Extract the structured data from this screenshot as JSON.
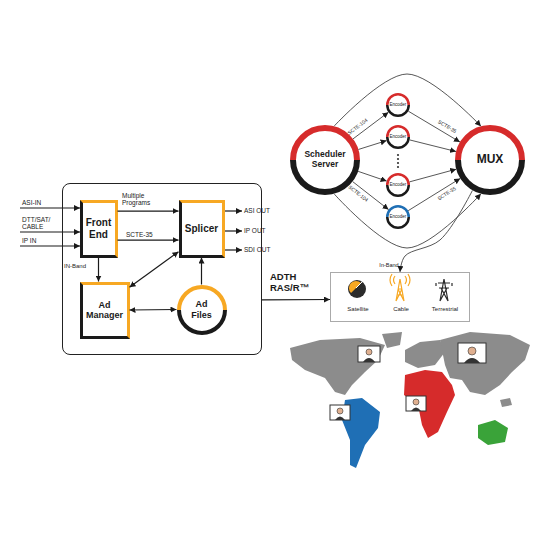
{
  "diagram": {
    "nodes": [
      {
        "text": []
      },
      {
        "text": [
          "Front End"
        ],
        "in": 0
      },
      {
        "text": [
          "Splicer"
        ],
        "in": 0
      },
      {
        "text": [
          "Ad Manager"
        ],
        "in": 0
      },
      {
        "text": [
          "Ad Files"
        ],
        "in": 0
      },
      {
        "text": [
          "Scheduler Server"
        ]
      },
      {
        "text": [
          "Encoder"
        ]
      },
      {
        "text": [
          "Encoder"
        ]
      },
      {
        "text": [
          "Encoder"
        ]
      },
      {
        "text": [
          "Encoder"
        ]
      },
      {
        "text": [
          "MUX"
        ]
      },
      {
        "text": [
          "Satellite",
          "Cable",
          "Terrestrial"
        ]
      }
    ],
    "edges": [
      {
        "from": 1,
        "to": 2,
        "label": "Multiple Programs",
        "arrow": "to"
      },
      {
        "from": 1,
        "to": 2,
        "label": "SCTE-35",
        "arrow": "to"
      },
      {
        "from": 1,
        "to": 3,
        "label": "IN-Band",
        "arrow": "to"
      },
      {
        "from": 3,
        "to": 2,
        "arrow": "both"
      },
      {
        "from": 3,
        "to": 4,
        "arrow": "both"
      },
      {
        "from": 4,
        "to": 2,
        "arrow": "to"
      },
      {
        "from": 0,
        "to": 11,
        "label": "ADTH RAS/R™",
        "arrow": "to"
      },
      {
        "from": 5,
        "to": 6,
        "label": "SCTE-104",
        "arrow": "to"
      },
      {
        "from": 6,
        "to": 10,
        "label": "SCTE-35",
        "arrow": "to"
      },
      {
        "from": 5,
        "to": 7,
        "arrow": "to"
      },
      {
        "from": 7,
        "to": 10,
        "arrow": "to"
      },
      {
        "from": 5,
        "to": 8,
        "arrow": "to"
      },
      {
        "from": 8,
        "to": 10,
        "arrow": "to"
      },
      {
        "from": 5,
        "to": 9,
        "label": "SCTE-104",
        "arrow": "to"
      },
      {
        "from": 9,
        "to": 10,
        "label": "SCTE-35",
        "arrow": "to"
      },
      {
        "from": 5,
        "to": 10,
        "arrow": "to"
      },
      {
        "from": 5,
        "to": 10,
        "arrow": "to"
      },
      {
        "from": 10,
        "to": 11,
        "label": "In-Band",
        "arrow": "to"
      }
    ],
    "labels": [
      "ASI-IN",
      "DTT/SAT/ CABLE",
      "IP IN",
      "ASI OUT",
      "IP OUT",
      "SDI OUT"
    ]
  }
}
